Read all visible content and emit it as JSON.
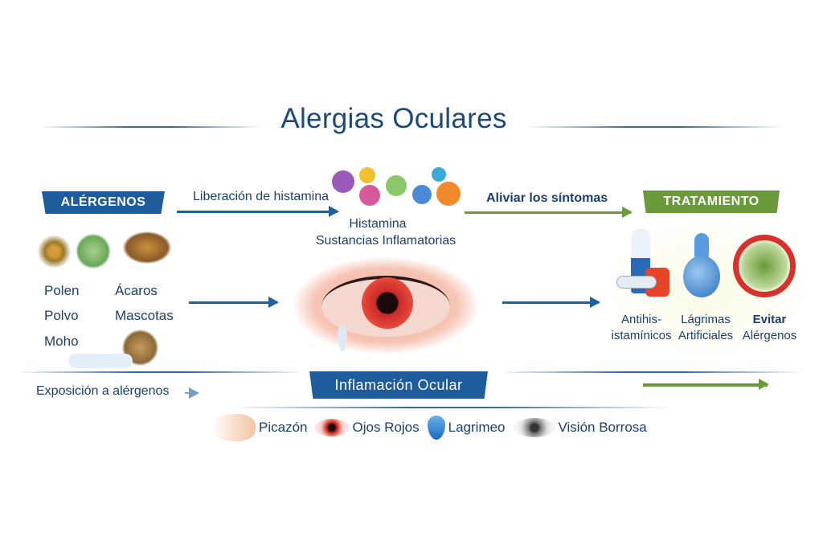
{
  "title": "Alergias Oculares",
  "allergens": {
    "banner": "ALÉRGENOS",
    "items": [
      "Polen",
      "Ácaros",
      "Polvo",
      "Mascotas",
      "Moho"
    ]
  },
  "flow": {
    "histamine_release": "Liberación de histamina",
    "histamine": "Histamina",
    "inflammatory": "Sustancias Inflamatorias",
    "relieve": "Aliviar los síntomas",
    "exposure": "Exposición a alérgenos",
    "inflammation": "Inflamación Ocular"
  },
  "treatment": {
    "banner": "TRATAMIENTO",
    "items": [
      {
        "line1": "Antihis-",
        "line2": "istamínicos"
      },
      {
        "line1": "Lágrimas",
        "line2": "Artificiales"
      },
      {
        "line1": "Evitar",
        "line2": "Alérgenos"
      }
    ]
  },
  "symptoms": [
    "Picazón",
    "Ojos Rojos",
    "Lagrimeo",
    "Visión Borrosa"
  ],
  "colors": {
    "blue": "#1f5c9c",
    "green": "#6a9a3c",
    "text": "#1b3f6e",
    "red": "#d83a2e"
  }
}
